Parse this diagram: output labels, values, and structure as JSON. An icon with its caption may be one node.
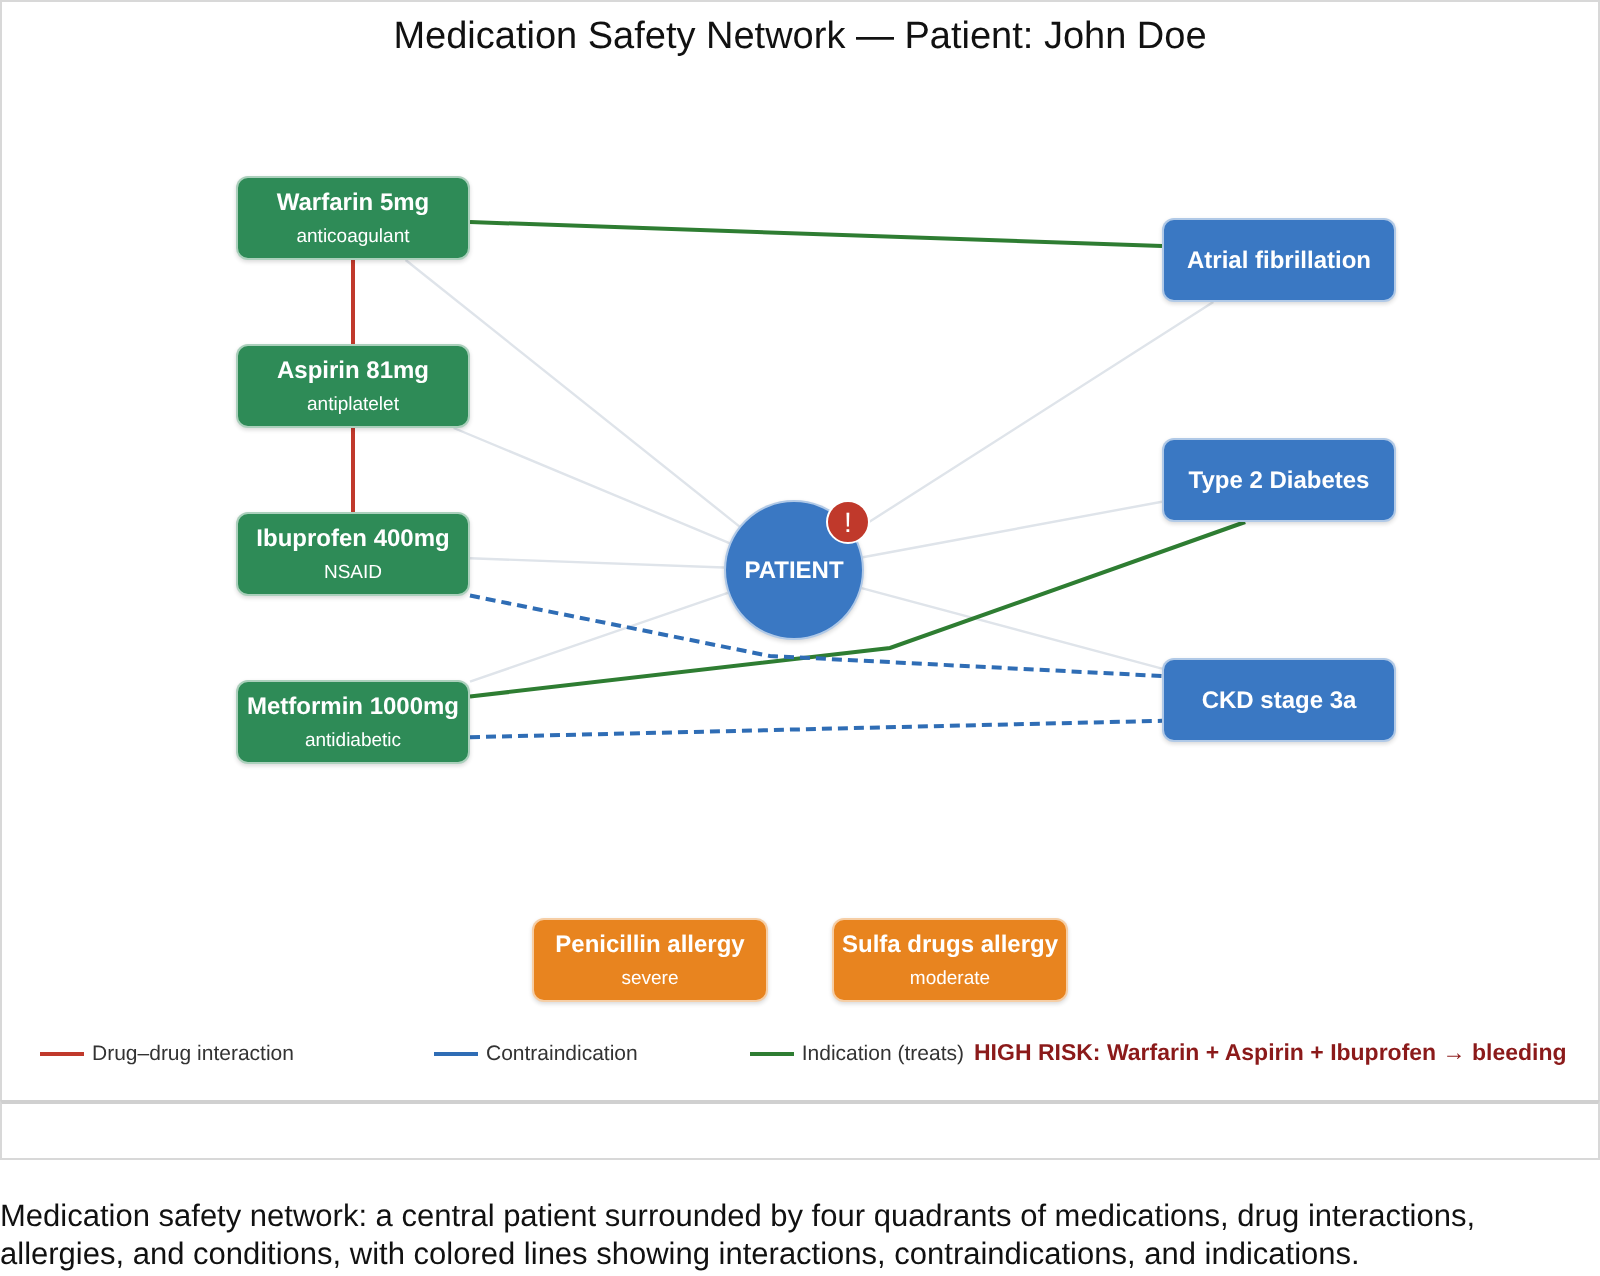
{
  "diagram": {
    "title": "Medication Safety Network — Patient: John Doe",
    "caption": "Medication safety network: a central patient surrounded by four quadrants of medications, drug interactions, allergies, and conditions, with colored lines showing interactions, contraindications, and indications.",
    "nodes": [
      {
        "text": [
          "PATIENT"
        ]
      },
      {
        "text": [
          "Warfarin 5mg",
          "anticoagulant"
        ]
      },
      {
        "text": [
          "Aspirin 81mg",
          "antiplatelet"
        ]
      },
      {
        "text": [
          "Ibuprofen 400mg",
          "NSAID"
        ]
      },
      {
        "text": [
          "Metformin 1000mg",
          "antidiabetic"
        ]
      },
      {
        "text": [
          "Atrial fibrillation"
        ]
      },
      {
        "text": [
          "Type 2 Diabetes"
        ]
      },
      {
        "text": [
          "CKD stage 3a"
        ]
      },
      {
        "text": [
          "Penicillin allergy",
          "severe"
        ]
      },
      {
        "text": [
          "Sulfa drugs allergy",
          "moderate"
        ]
      }
    ],
    "edges": [
      {
        "from": 0,
        "to": 1,
        "arrow": "none"
      },
      {
        "from": 0,
        "to": 2,
        "arrow": "none"
      },
      {
        "from": 0,
        "to": 3,
        "arrow": "none"
      },
      {
        "from": 0,
        "to": 4,
        "arrow": "none"
      },
      {
        "from": 0,
        "to": 5,
        "arrow": "none"
      },
      {
        "from": 0,
        "to": 6,
        "arrow": "none"
      },
      {
        "from": 0,
        "to": 7,
        "arrow": "none"
      },
      {
        "from": 1,
        "to": 2,
        "arrow": "none",
        "color": "#c0392b"
      },
      {
        "from": 2,
        "to": 3,
        "arrow": "none",
        "color": "#c0392b"
      },
      {
        "from": 1,
        "to": 5,
        "arrow": "none",
        "color": "#2e7d32"
      },
      {
        "from": 4,
        "to": 6,
        "arrow": "none",
        "color": "#2e7d32"
      },
      {
        "from": 3,
        "to": 7,
        "arrow": "none",
        "style": "dashed",
        "color": "#2f6db5"
      },
      {
        "from": 4,
        "to": 7,
        "arrow": "none",
        "style": "dashed",
        "color": "#2f6db5"
      }
    ],
    "labels": [
      "!",
      "HIGH RISK: Warfarin + Aspirin + Ibuprofen → bleeding"
    ],
    "legend": [
      {
        "text": "Drug–drug interaction",
        "color": "#c0392b"
      },
      {
        "text": "Contraindication",
        "color": "#2f6db5"
      },
      {
        "text": "Indication (treats)",
        "color": "#2e7d32"
      }
    ]
  }
}
